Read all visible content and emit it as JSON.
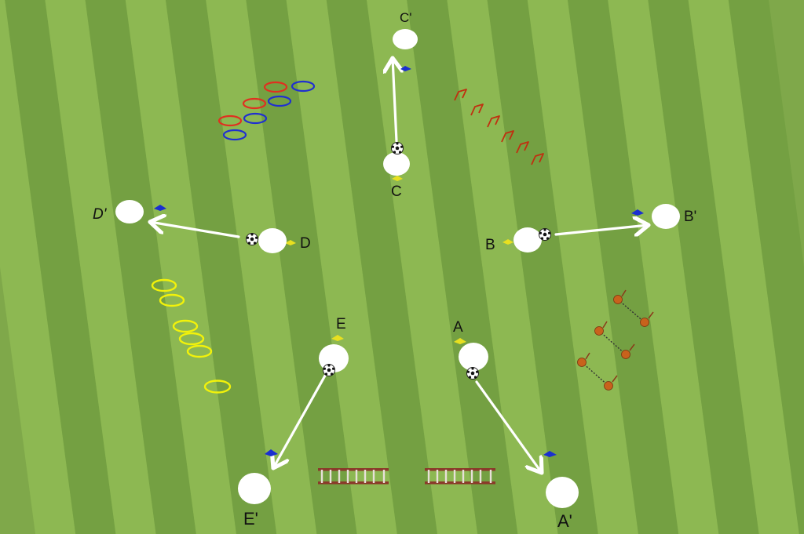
{
  "pitch": {
    "stripe_light": "#8db852",
    "stripe_dark": "#74a042"
  },
  "players": {
    "A": {
      "label": "A",
      "label_prime": "A'"
    },
    "B": {
      "label": "B",
      "label_prime": "B'"
    },
    "C": {
      "label": "C",
      "label_prime": "C'"
    },
    "D": {
      "label": "D",
      "label_prime": "D'"
    },
    "E": {
      "label": "E",
      "label_prime": "E'"
    }
  },
  "colors": {
    "player": "#ffffff",
    "arrow": "#ffffff",
    "marker_blue": "#1a2fd0",
    "marker_yellow": "#e8e020",
    "ring_red": "#e03020",
    "ring_blue": "#2030d0",
    "ring_yellow": "#f2f20a",
    "hurdle": "#c03010",
    "pole_ball": "#c8621c",
    "ladder": "#8a3a2a"
  },
  "equipment": {
    "ball": "soccer-ball-icon",
    "ring": "ring-icon",
    "hurdle": "mini-hurdle-icon",
    "ladder": "agility-ladder-icon",
    "pole": "pole-pair-icon"
  }
}
